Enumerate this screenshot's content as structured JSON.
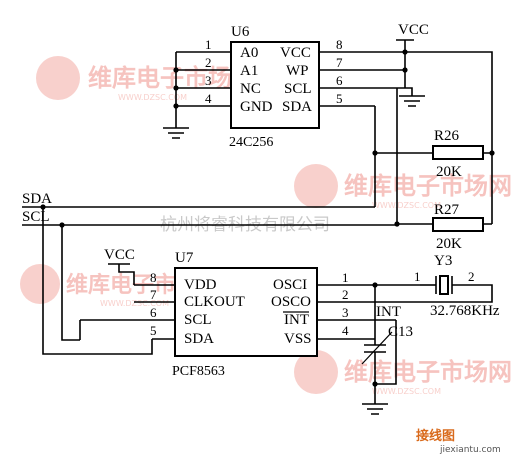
{
  "watermark": {
    "main": "维库电子市场网",
    "sub": "WWW.DZSC.COM",
    "company": "杭州将睿科技有限公司"
  },
  "logo": {
    "text": "接线图",
    "site": "jiexiantu.com"
  },
  "u6": {
    "ref": "U6",
    "part": "24C256",
    "left_pins": [
      {
        "num": "1",
        "name": "A0"
      },
      {
        "num": "2",
        "name": "A1"
      },
      {
        "num": "3",
        "name": "NC"
      },
      {
        "num": "4",
        "name": "GND"
      }
    ],
    "right_pins": [
      {
        "num": "8",
        "name": "VCC"
      },
      {
        "num": "7",
        "name": "WP"
      },
      {
        "num": "6",
        "name": "SCL"
      },
      {
        "num": "5",
        "name": "SDA"
      }
    ]
  },
  "u7": {
    "ref": "U7",
    "part": "PCF8563",
    "left_pins": [
      {
        "num": "8",
        "name": "VDD"
      },
      {
        "num": "7",
        "name": "CLKOUT"
      },
      {
        "num": "6",
        "name": "SCL"
      },
      {
        "num": "5",
        "name": "SDA"
      }
    ],
    "right_pins": [
      {
        "num": "1",
        "name": "OSCI"
      },
      {
        "num": "2",
        "name": "OSCO"
      },
      {
        "num": "3",
        "name": "INT"
      },
      {
        "num": "4",
        "name": "VSS"
      }
    ]
  },
  "nets": {
    "vcc_top": "VCC",
    "vcc_u7": "VCC",
    "sda": "SDA",
    "scl": "SCL",
    "int": "INT"
  },
  "r26": {
    "ref": "R26",
    "value": "20K"
  },
  "r27": {
    "ref": "R27",
    "value": "20K"
  },
  "y3": {
    "ref": "Y3",
    "value": "32.768KHz",
    "pin1": "1",
    "pin2": "2"
  },
  "c13": {
    "ref": "C13"
  }
}
